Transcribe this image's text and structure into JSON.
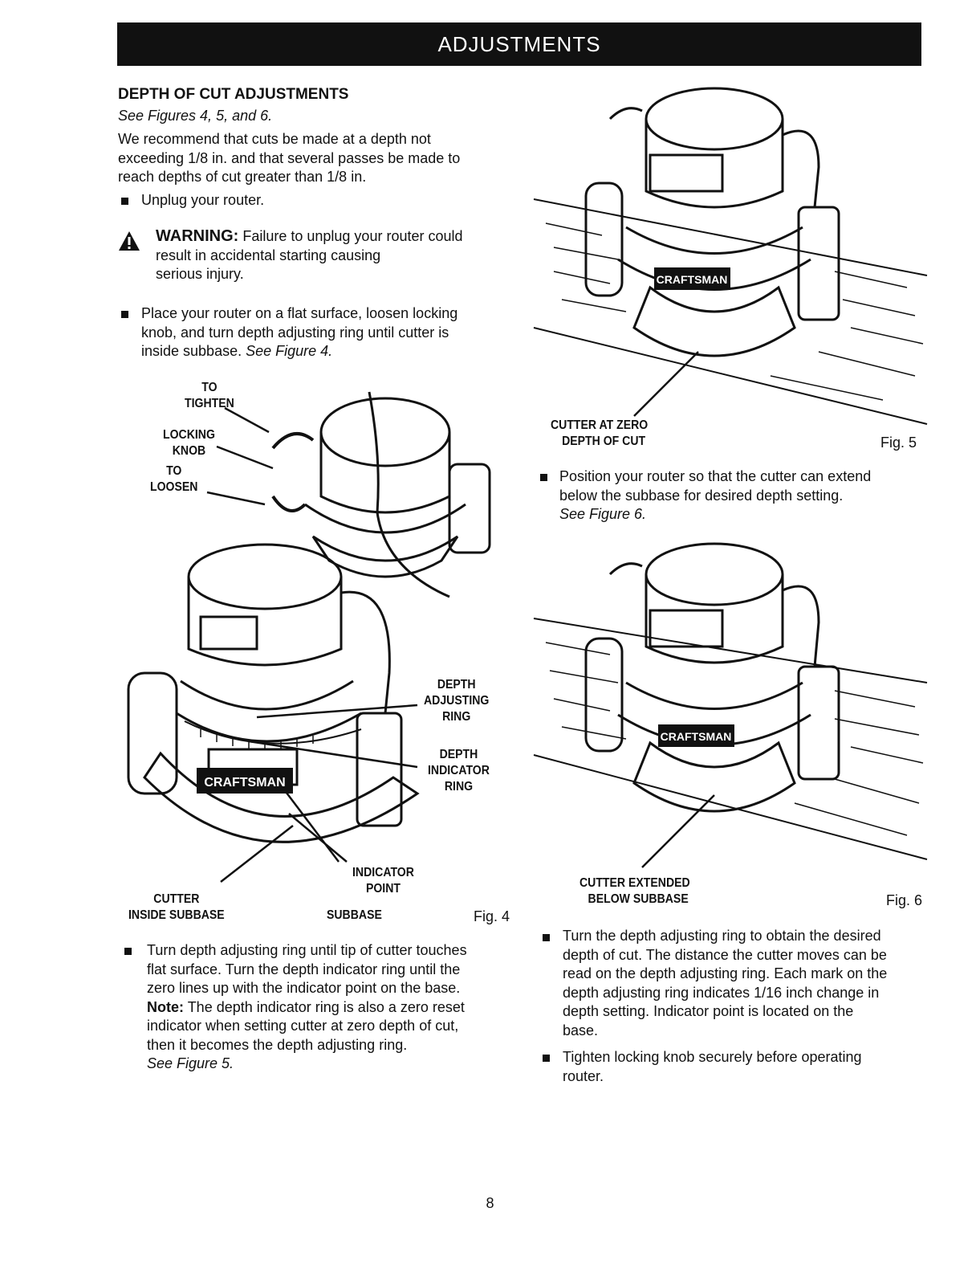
{
  "header": {
    "title": "ADJUSTMENTS"
  },
  "section": {
    "title": "DEPTH OF CUT ADJUSTMENTS",
    "see_figures": "See Figures 4, 5, and 6.",
    "intro_lines": [
      "We recommend that cuts be made at a depth not",
      "exceeding 1/8 in. and that several passes be made to",
      "reach depths of cut greater than 1/8 in."
    ],
    "bullet_unplug": "Unplug your router."
  },
  "warning": {
    "label": "WARNING:",
    "lines": [
      "Failure to unplug your router could",
      "result in accidental starting causing",
      "serious injury."
    ]
  },
  "bullet_place": {
    "lines": [
      "Place your router on a flat surface, loosen locking",
      "knob, and turn depth adjusting ring until cutter is"
    ],
    "line3": "inside subbase.",
    "see": "See Figure 4."
  },
  "fig4": {
    "label": "Fig. 4",
    "to_tighten": [
      "TO",
      "TIGHTEN"
    ],
    "locking_knob": [
      "LOCKING",
      "KNOB"
    ],
    "to_loosen": [
      "TO",
      "LOOSEN"
    ],
    "depth_adjusting_ring": [
      "DEPTH",
      "ADJUSTING",
      "RING"
    ],
    "depth_indicator_ring": [
      "DEPTH",
      "INDICATOR",
      "RING"
    ],
    "indicator_point": [
      "INDICATOR",
      "POINT"
    ],
    "cutter_inside_subbase": [
      "CUTTER",
      "INSIDE SUBBASE"
    ],
    "subbase": "SUBBASE",
    "brand": "CRAFTSMAN"
  },
  "bullet_turn": {
    "lines": [
      "Turn depth adjusting ring until tip of cutter touches",
      "flat surface. Turn the depth indicator ring until the",
      "zero lines up with the indicator point on the base."
    ],
    "note_label": "Note:",
    "note_rest": "The depth indicator ring is also a zero reset",
    "note_lines": [
      "indicator when setting cutter at zero depth of cut,",
      "then it becomes the depth adjusting ring."
    ],
    "see": "See Figure 5."
  },
  "fig5": {
    "label": "Fig. 5",
    "caption": [
      "CUTTER AT ZERO",
      "DEPTH OF CUT"
    ],
    "brand": "CRAFTSMAN"
  },
  "bullet_position": {
    "lines": [
      "Position your router so that the cutter can extend",
      "below the subbase for desired depth setting."
    ],
    "see": "See Figure 6."
  },
  "fig6": {
    "label": "Fig. 6",
    "caption": [
      "CUTTER EXTENDED",
      "BELOW SUBBASE"
    ],
    "brand": "CRAFTSMAN"
  },
  "bullet_turn_ring": {
    "lines": [
      "Turn the depth adjusting ring to obtain the desired",
      "depth of cut. The distance the cutter moves can be",
      "read on the depth adjusting ring. Each mark on the",
      "depth adjusting ring indicates 1/16 inch change in",
      "depth setting. Indicator point is located on the",
      "base."
    ]
  },
  "bullet_tighten": {
    "lines": [
      "Tighten locking knob securely before operating",
      "router."
    ]
  },
  "page": {
    "number": "8"
  }
}
